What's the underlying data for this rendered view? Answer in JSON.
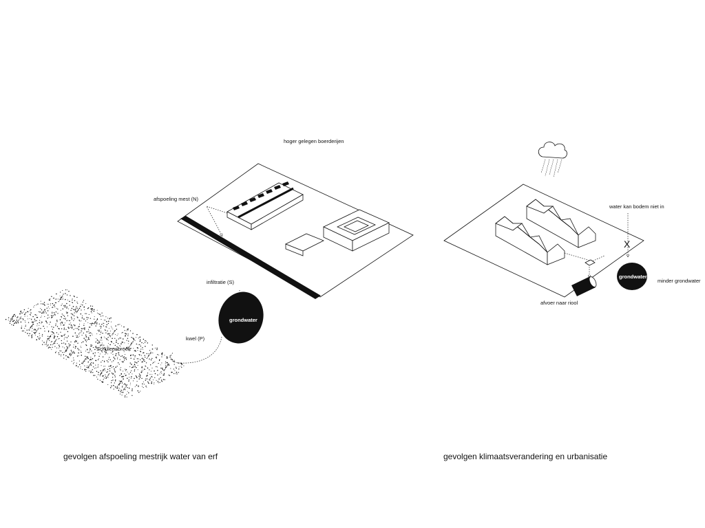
{
  "left_diagram": {
    "label_top": "hoger gelegen boerderijen",
    "label_runoff": "afspoeling mest (N)",
    "label_infiltration": "infiltratie (S)",
    "label_groundwater": "grondwater",
    "label_seepage": "kwel (P)",
    "label_area": "Schulensbroek",
    "caption": "gevolgen afspoeling mestrijk water van erf"
  },
  "right_diagram": {
    "label_soil": "water kan bodem niet in",
    "label_groundwater": "grondwater",
    "label_less_groundwater": "minder grondwater",
    "label_drain": "afvoer naar riool",
    "label_blocked": "X",
    "caption": "gevolgen klimaatsverandering en urbanisatie"
  }
}
